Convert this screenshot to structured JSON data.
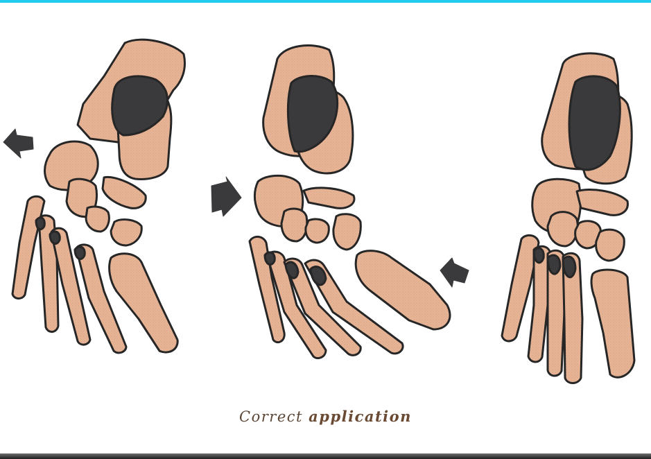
{
  "caption": {
    "word1": "Correct",
    "word2": "application"
  },
  "colors": {
    "bone_fill": "#e8b496",
    "outline": "#262626",
    "dark_region": "#3a3a3c",
    "arrow": "#3a3a3c",
    "top_border": "#22ccee",
    "background": "#ffffff"
  },
  "panels": [
    {
      "name": "left-foot",
      "arrow_direction": "left"
    },
    {
      "name": "middle-foot",
      "arrow_direction": "right"
    },
    {
      "name": "right-foot",
      "arrow_direction": "left"
    }
  ]
}
